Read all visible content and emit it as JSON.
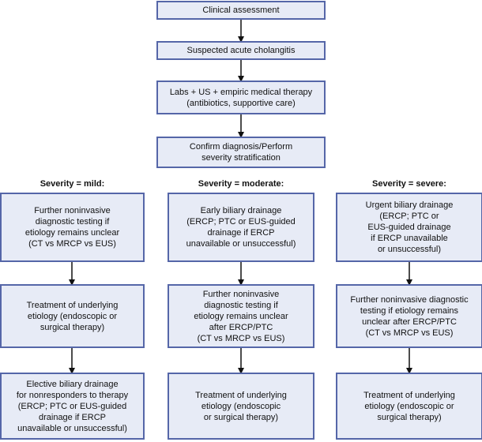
{
  "top": [
    {
      "id": "n1",
      "lines": [
        "Clinical assessment"
      ]
    },
    {
      "id": "n2",
      "lines": [
        "Suspected acute cholangitis"
      ]
    },
    {
      "id": "n3",
      "lines": [
        "Labs + US + empiric medical therapy",
        "(antibiotics, supportive care)"
      ]
    },
    {
      "id": "n4",
      "lines": [
        "Confirm diagnosis/Perform",
        "severity stratification"
      ]
    }
  ],
  "columns": [
    {
      "heading": "Severity = mild:",
      "boxes": [
        {
          "lines": [
            "Further noninvasive",
            "diagnostic testing if",
            "etiology remains unclear",
            "(CT vs MRCP vs EUS)"
          ]
        },
        {
          "lines": [
            "Treatment of underlying",
            "etiology (endoscopic or",
            "surgical therapy)"
          ]
        },
        {
          "lines": [
            "Elective biliary drainage",
            "for nonresponders to therapy",
            "(ERCP; PTC or EUS-guided",
            "drainage if ERCP",
            "unavailable or unsuccessful)"
          ]
        }
      ]
    },
    {
      "heading": "Severity = moderate:",
      "boxes": [
        {
          "lines": [
            "Early biliary drainage",
            "(ERCP; PTC or EUS-guided",
            "drainage if ERCP",
            "unavailable or unsuccessful)"
          ]
        },
        {
          "lines": [
            "Further noninvasive",
            "diagnostic testing if",
            "etiology remains unclear",
            "after ERCP/PTC",
            "(CT vs MRCP vs EUS)"
          ]
        },
        {
          "lines": [
            "Treatment of underlying",
            "etiology (endoscopic",
            "or surgical therapy)"
          ]
        }
      ]
    },
    {
      "heading": "Severity = severe:",
      "boxes": [
        {
          "lines": [
            "Urgent biliary drainage",
            "(ERCP; PTC or",
            "EUS-guided drainage",
            "if ERCP unavailable",
            "or unsuccessful)"
          ]
        },
        {
          "lines": [
            "Further noninvasive diagnostic",
            "testing if etiology remains",
            "unclear after ERCP/PTC",
            "(CT vs MRCP vs EUS)"
          ]
        },
        {
          "lines": [
            "Treatment of underlying",
            "etiology (endoscopic or",
            "surgical therapy)"
          ]
        }
      ]
    }
  ]
}
